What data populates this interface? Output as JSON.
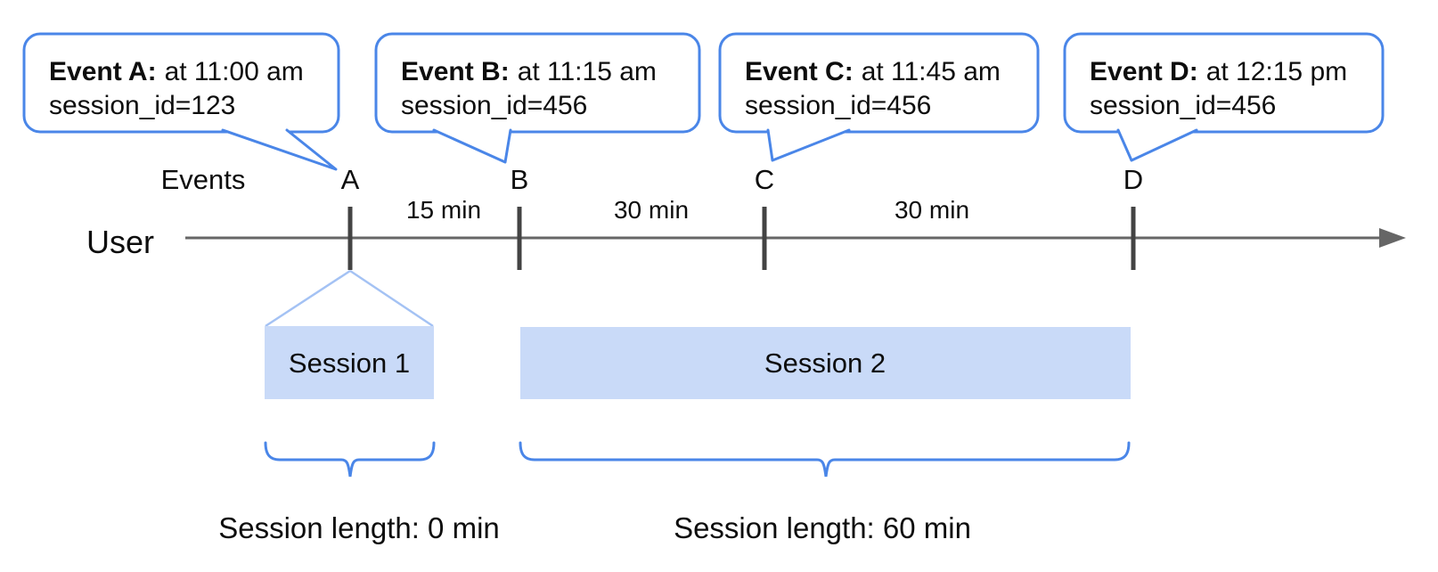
{
  "diagram": {
    "title_hint": "Event sessionization timeline",
    "events_axis_label": "Events",
    "user_label": "User",
    "bubbles": [
      {
        "letter": "A",
        "title": "Event A:",
        "time": "at 11:00 am",
        "session_id": "session_id=123"
      },
      {
        "letter": "B",
        "title": "Event B:",
        "time": "at 11:15 am",
        "session_id": "session_id=456"
      },
      {
        "letter": "C",
        "title": "Event C:",
        "time": "at 11:45 am",
        "session_id": "session_id=456"
      },
      {
        "letter": "D",
        "title": "Event D:",
        "time": "at 12:15 pm",
        "session_id": "session_id=456"
      }
    ],
    "intervals": [
      "15 min",
      "30 min",
      "30 min"
    ],
    "sessions": [
      {
        "label": "Session 1"
      },
      {
        "label": "Session 2"
      }
    ],
    "session_lengths": [
      "Session length: 0 min",
      "Session length: 60 min"
    ]
  },
  "colors": {
    "accent-blue": "#4a86e8",
    "funnel-blue": "#a4c2f4",
    "session-fill": "#c9daf8",
    "line-gray": "#666666",
    "tick-gray": "#434343",
    "text-color": "#0d0d0d"
  }
}
